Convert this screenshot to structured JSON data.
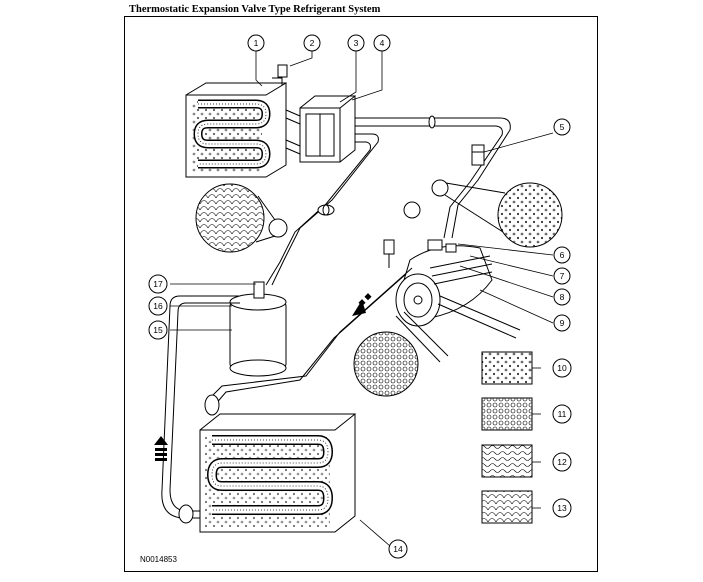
{
  "header": {
    "title": "Thermostatic Expansion Valve Type Refrigerant System"
  },
  "footer": {
    "figure_code": "N0014853"
  },
  "callouts": [
    "1",
    "2",
    "3",
    "4",
    "5",
    "6",
    "7",
    "8",
    "9",
    "10",
    "11",
    "12",
    "13",
    "14",
    "15",
    "16",
    "17"
  ]
}
